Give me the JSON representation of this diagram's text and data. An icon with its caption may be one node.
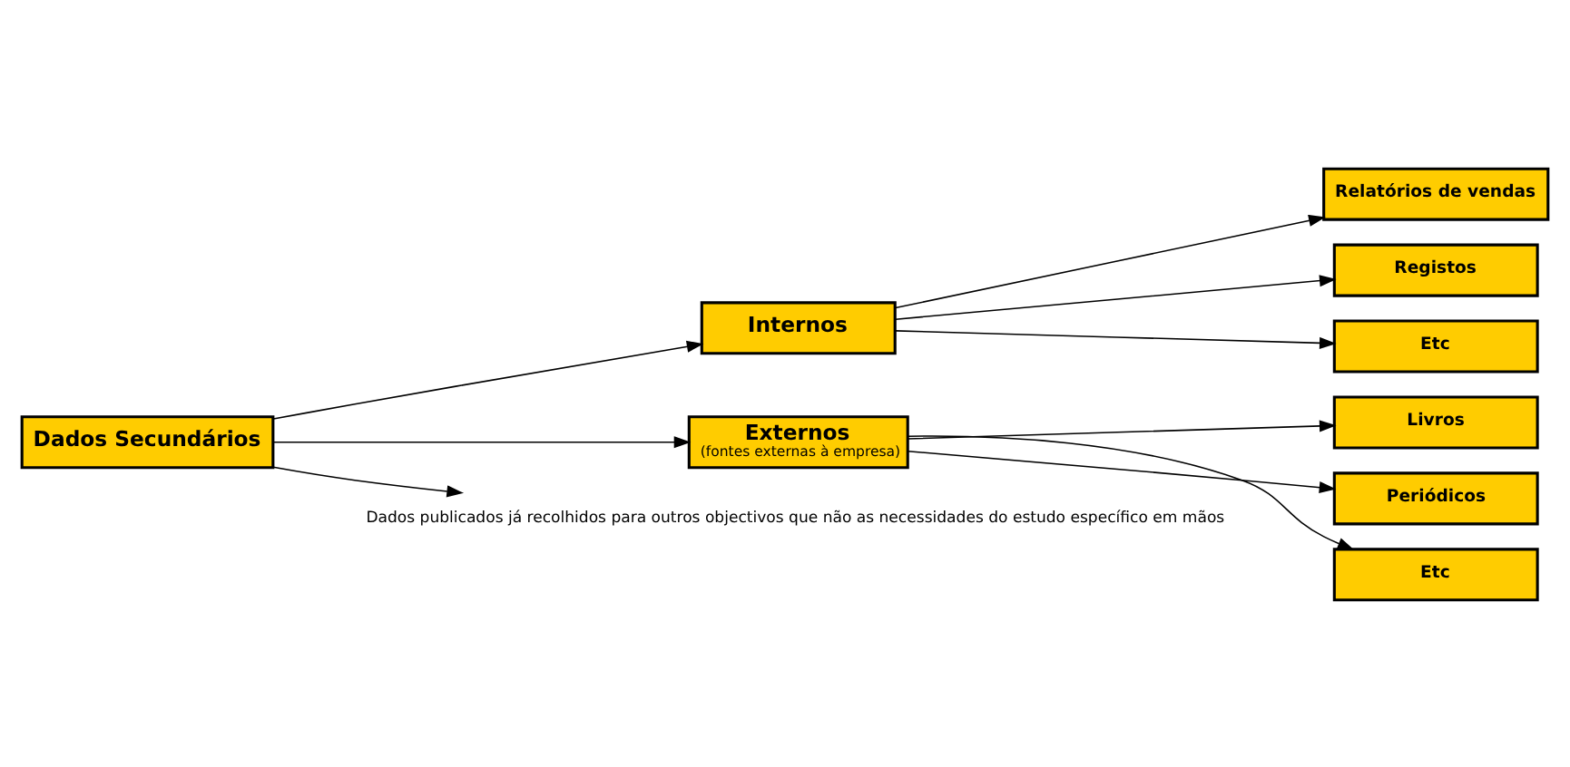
{
  "diagram": {
    "nodes": [
      {
        "text": [
          "Dados Secundários"
        ]
      },
      {
        "text": [
          "Internos"
        ]
      },
      {
        "text": [
          "Externos",
          "(fontes externas à empresa)"
        ]
      },
      {
        "text": [
          "Relatórios de vendas"
        ]
      },
      {
        "text": [
          "Registos"
        ]
      },
      {
        "text": [
          "Etc"
        ]
      },
      {
        "text": [
          "Livros"
        ]
      },
      {
        "text": [
          "Periódicos"
        ]
      },
      {
        "text": [
          "Etc"
        ]
      },
      {
        "text": [
          "Dados publicados já recolhidos para outros objectivos que não as necessidades do estudo específico em mãos"
        ]
      }
    ],
    "edges": [
      {
        "from": 0,
        "to": 1,
        "arrow": "to"
      },
      {
        "from": 0,
        "to": 2,
        "arrow": "to"
      },
      {
        "from": 1,
        "to": 3,
        "arrow": "to"
      },
      {
        "from": 1,
        "to": 4,
        "arrow": "to"
      },
      {
        "from": 1,
        "to": 5,
        "arrow": "to"
      },
      {
        "from": 2,
        "to": 6,
        "arrow": "to"
      },
      {
        "from": 2,
        "to": 7,
        "arrow": "to"
      },
      {
        "from": 2,
        "to": 8,
        "arrow": "to"
      },
      {
        "from": 0,
        "to": 9,
        "arrow": "to"
      }
    ]
  }
}
